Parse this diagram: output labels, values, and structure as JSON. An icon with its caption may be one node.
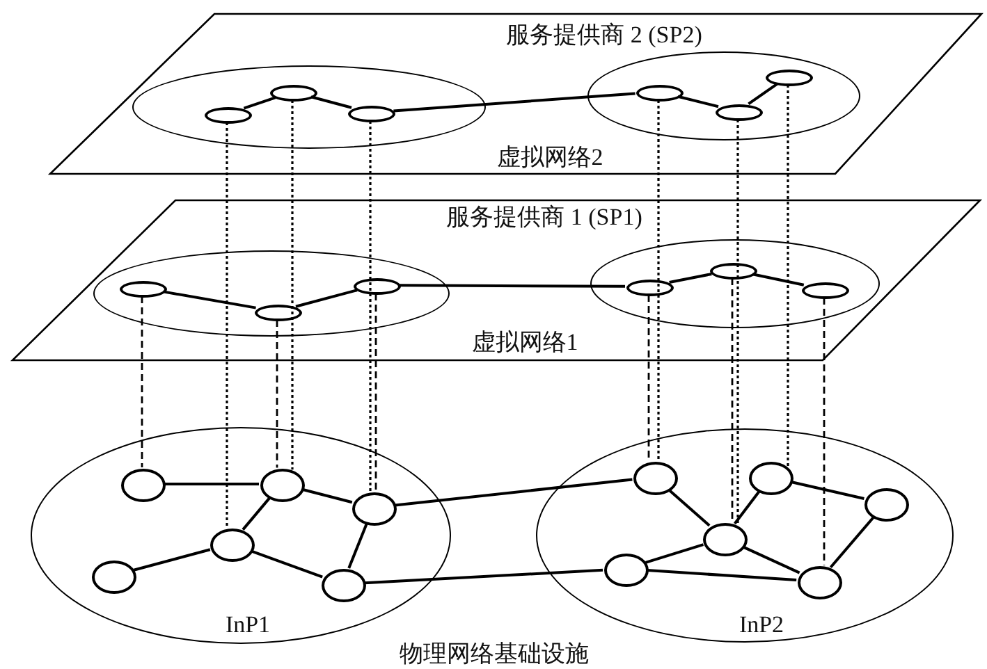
{
  "diagram": {
    "nodes": [
      {
        "text": [
          "服务提供商 2 (SP2)",
          "虚拟网络2"
        ]
      },
      {
        "text": [],
        "shape": "ellipse",
        "in": 0
      },
      {
        "text": [],
        "shape": "ellipse",
        "in": 0
      },
      {
        "text": [],
        "shape": "ellipse",
        "in": 1
      },
      {
        "text": [],
        "shape": "ellipse",
        "in": 1
      },
      {
        "text": [],
        "shape": "ellipse",
        "in": 1
      },
      {
        "text": [],
        "shape": "ellipse",
        "in": 2
      },
      {
        "text": [],
        "shape": "ellipse",
        "in": 2
      },
      {
        "text": [],
        "shape": "ellipse",
        "in": 2
      },
      {
        "text": [
          "服务提供商 1 (SP1)",
          "虚拟网络1"
        ]
      },
      {
        "text": [],
        "shape": "ellipse",
        "in": 9
      },
      {
        "text": [],
        "shape": "ellipse",
        "in": 9
      },
      {
        "text": [],
        "shape": "ellipse",
        "in": 10
      },
      {
        "text": [],
        "shape": "ellipse",
        "in": 10
      },
      {
        "text": [],
        "shape": "ellipse",
        "in": 10
      },
      {
        "text": [],
        "shape": "ellipse",
        "in": 11
      },
      {
        "text": [],
        "shape": "ellipse",
        "in": 11
      },
      {
        "text": [],
        "shape": "ellipse",
        "in": 11
      },
      {
        "text": [
          "InP1"
        ]
      },
      {
        "text": [
          "InP2"
        ]
      },
      {
        "text": [],
        "shape": "ellipse",
        "in": 18
      },
      {
        "text": [],
        "shape": "ellipse",
        "in": 18
      },
      {
        "text": [],
        "shape": "ellipse",
        "in": 18
      },
      {
        "text": [],
        "shape": "ellipse",
        "in": 18
      },
      {
        "text": [],
        "shape": "ellipse",
        "in": 18
      },
      {
        "text": [],
        "shape": "ellipse",
        "in": 18
      },
      {
        "text": [],
        "shape": "ellipse",
        "in": 19
      },
      {
        "text": [],
        "shape": "ellipse",
        "in": 19
      },
      {
        "text": [],
        "shape": "ellipse",
        "in": 19
      },
      {
        "text": [],
        "shape": "ellipse",
        "in": 19
      },
      {
        "text": [],
        "shape": "ellipse",
        "in": 19
      },
      {
        "text": [],
        "shape": "ellipse",
        "in": 19
      }
    ],
    "edges": [
      {
        "from": 3,
        "to": 4,
        "arrow": "none"
      },
      {
        "from": 4,
        "to": 5,
        "arrow": "none"
      },
      {
        "from": 5,
        "to": 6,
        "arrow": "none"
      },
      {
        "from": 6,
        "to": 7,
        "arrow": "none"
      },
      {
        "from": 7,
        "to": 8,
        "arrow": "none"
      },
      {
        "from": 12,
        "to": 13,
        "arrow": "none"
      },
      {
        "from": 13,
        "to": 14,
        "arrow": "none"
      },
      {
        "from": 14,
        "to": 15,
        "arrow": "none"
      },
      {
        "from": 15,
        "to": 16,
        "arrow": "none"
      },
      {
        "from": 16,
        "to": 17,
        "arrow": "none"
      },
      {
        "from": 20,
        "to": 21,
        "arrow": "none"
      },
      {
        "from": 21,
        "to": 22,
        "arrow": "none"
      },
      {
        "from": 21,
        "to": 23,
        "arrow": "none"
      },
      {
        "from": 23,
        "to": 24,
        "arrow": "none"
      },
      {
        "from": 23,
        "to": 25,
        "arrow": "none"
      },
      {
        "from": 22,
        "to": 25,
        "arrow": "none"
      },
      {
        "from": 22,
        "to": 26,
        "arrow": "none"
      },
      {
        "from": 25,
        "to": 30,
        "arrow": "none"
      },
      {
        "from": 26,
        "to": 29,
        "arrow": "none"
      },
      {
        "from": 27,
        "to": 29,
        "arrow": "none"
      },
      {
        "from": 27,
        "to": 28,
        "arrow": "none"
      },
      {
        "from": 29,
        "to": 30,
        "arrow": "none"
      },
      {
        "from": 29,
        "to": 31,
        "arrow": "none"
      },
      {
        "from": 30,
        "to": 31,
        "arrow": "none"
      },
      {
        "from": 28,
        "to": 31,
        "arrow": "none"
      },
      {
        "from": 3,
        "to": 23,
        "arrow": "none",
        "style": "dashed"
      },
      {
        "from": 4,
        "to": 21,
        "arrow": "none",
        "style": "dashed"
      },
      {
        "from": 5,
        "to": 22,
        "arrow": "none",
        "style": "dashed"
      },
      {
        "from": 6,
        "to": 26,
        "arrow": "none",
        "style": "dashed"
      },
      {
        "from": 7,
        "to": 29,
        "arrow": "none",
        "style": "dashed"
      },
      {
        "from": 8,
        "to": 27,
        "arrow": "none",
        "style": "dashed"
      },
      {
        "from": 12,
        "to": 20,
        "arrow": "none",
        "style": "dashed"
      },
      {
        "from": 13,
        "to": 21,
        "arrow": "none",
        "style": "dashed"
      },
      {
        "from": 14,
        "to": 22,
        "arrow": "none",
        "style": "dashed"
      },
      {
        "from": 15,
        "to": 26,
        "arrow": "none",
        "style": "dashed"
      },
      {
        "from": 16,
        "to": 29,
        "arrow": "none",
        "style": "dashed"
      },
      {
        "from": 17,
        "to": 31,
        "arrow": "none",
        "style": "dashed"
      }
    ],
    "labels": [
      "物理网络基础设施"
    ]
  }
}
